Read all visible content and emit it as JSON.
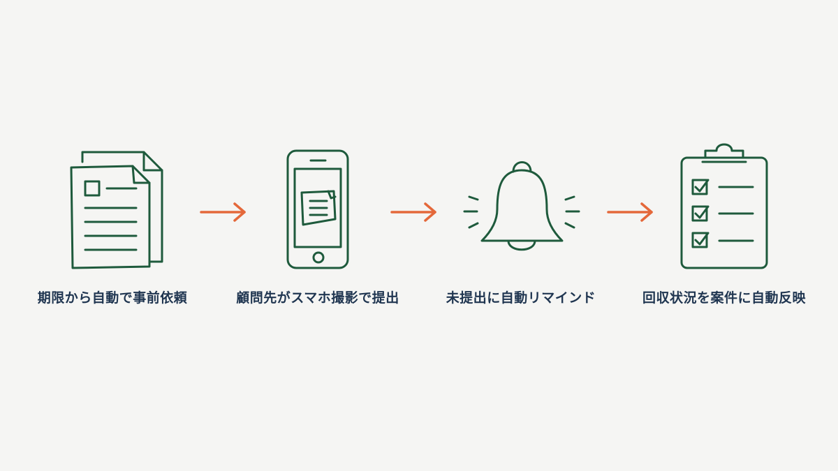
{
  "steps": [
    {
      "icon": "documents-icon",
      "label": "期限から自動で事前依頼"
    },
    {
      "icon": "smartphone-photo-icon",
      "label": "顧問先がスマホ撮影で提出"
    },
    {
      "icon": "bell-icon",
      "label": "未提出に自動リマインド"
    },
    {
      "icon": "clipboard-checklist-icon",
      "label": "回収状況を案件に自動反映"
    }
  ],
  "colors": {
    "background": "#f5f5f3",
    "icon_stroke": "#1e5a3c",
    "arrow": "#e4683a",
    "label_text": "#1f3550"
  }
}
